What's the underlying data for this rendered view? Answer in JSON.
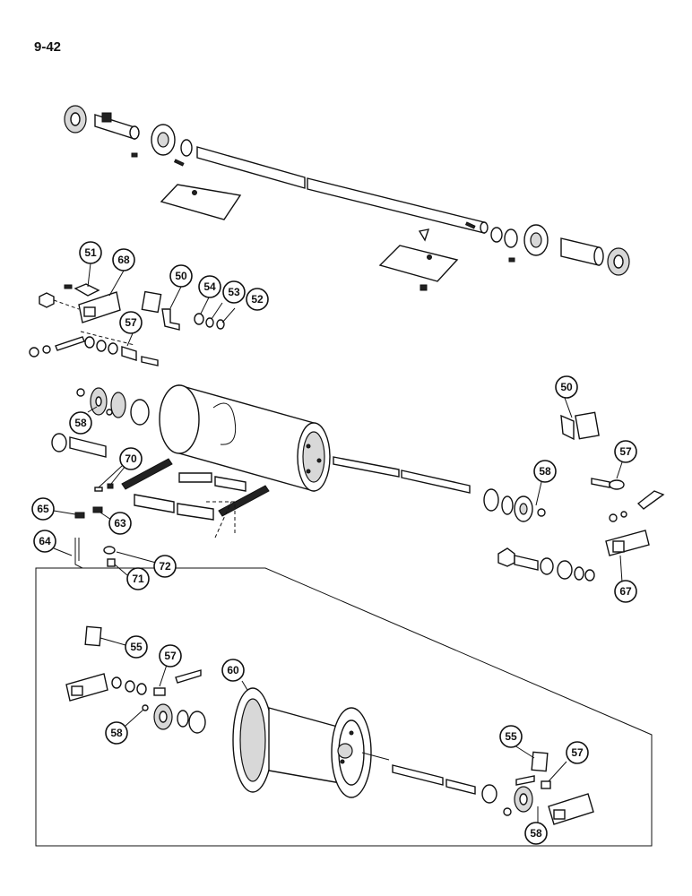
{
  "page": {
    "number": "9-42"
  },
  "callouts": {
    "c51": "51",
    "c68": "68",
    "c50a": "50",
    "c54": "54",
    "c53": "53",
    "c52": "52",
    "c57a": "57",
    "c58a": "58",
    "c70": "70",
    "c50b": "50",
    "c57b": "57",
    "c58b": "58",
    "c65": "65",
    "c63": "63",
    "c64": "64",
    "c72": "72",
    "c71": "71",
    "c67": "67",
    "c55a": "55",
    "c57c": "57",
    "c60": "60",
    "c58c": "58",
    "c55b": "55",
    "c57d": "57",
    "c58d": "58"
  }
}
